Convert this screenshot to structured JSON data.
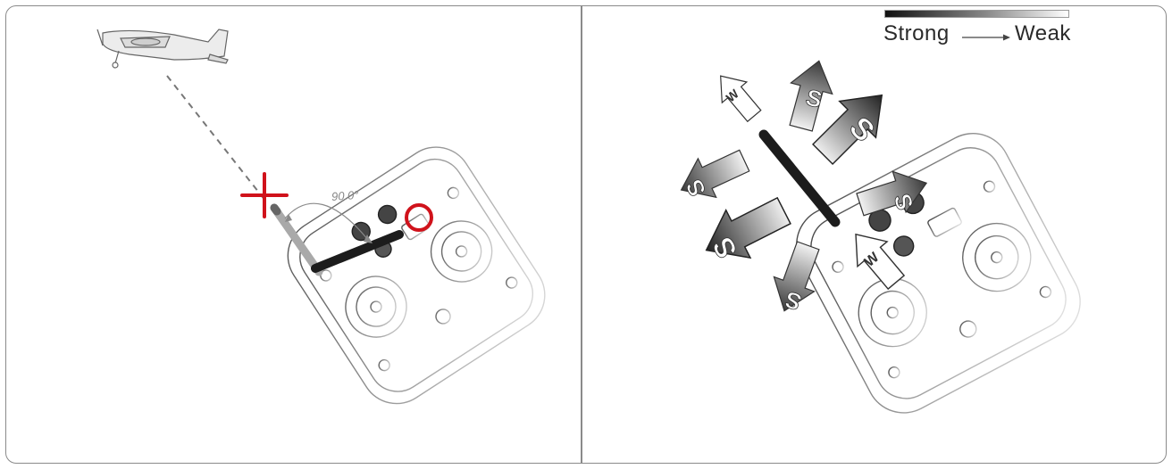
{
  "diagram": {
    "left_panel": {
      "angle_label": "90.0°",
      "incorrect_mark": "cross",
      "correct_mark": "circle"
    },
    "right_panel": {
      "legend": {
        "strong": "Strong",
        "weak": "Weak"
      },
      "strong_signal_letter": "S",
      "weak_signal_letter": "W"
    },
    "colors": {
      "mark_red": "#d0121b",
      "antenna": "#1c1c1c",
      "frame": "#8a8a8a"
    },
    "icons": [
      "airplane-icon",
      "transmitter-icon",
      "cross-icon",
      "circle-icon",
      "arrow-icon"
    ]
  }
}
